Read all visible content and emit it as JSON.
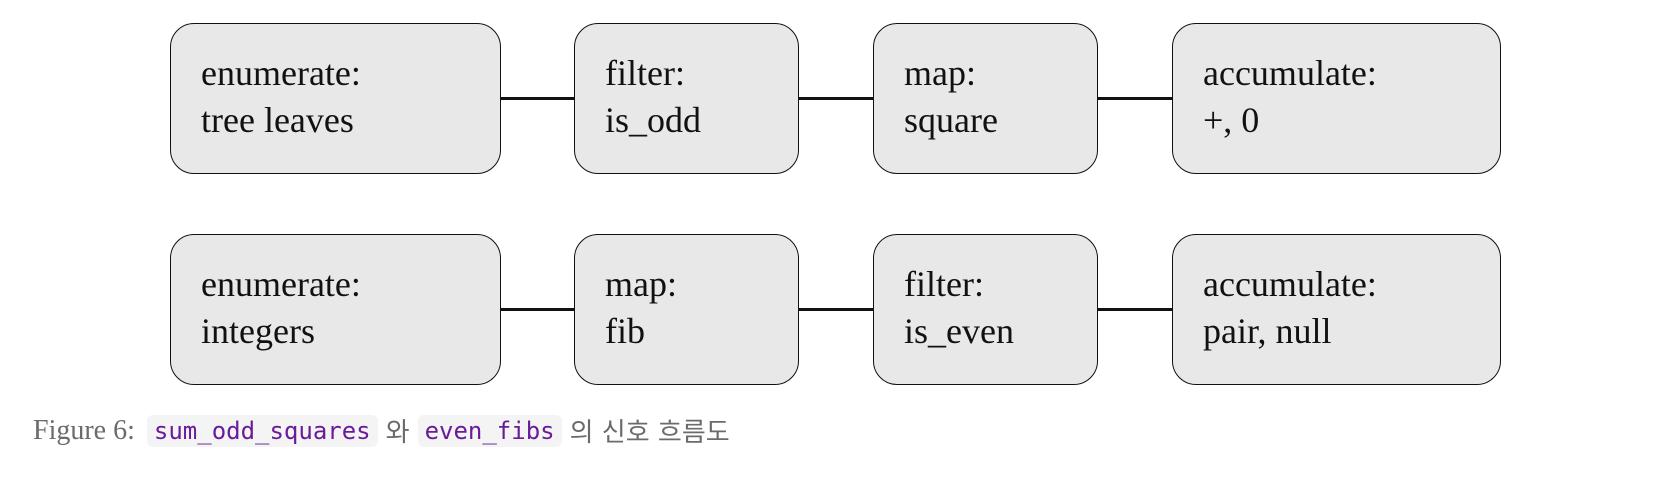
{
  "diagram": {
    "rows": [
      {
        "stages": [
          {
            "line1": "enumerate:",
            "line2": "tree leaves"
          },
          {
            "line1": "filter:",
            "line2": "is_odd"
          },
          {
            "line1": "map:",
            "line2": "square"
          },
          {
            "line1": "accumulate:",
            "line2": "+, 0"
          }
        ]
      },
      {
        "stages": [
          {
            "line1": "enumerate:",
            "line2": "integers"
          },
          {
            "line1": "map:",
            "line2": "fib"
          },
          {
            "line1": "filter:",
            "line2": "is_even"
          },
          {
            "line1": "accumulate:",
            "line2": "pair, null"
          }
        ]
      }
    ]
  },
  "caption": {
    "label": "Figure 6:",
    "code1": "sum_odd_squares",
    "word1": "와",
    "code2": "even_fibs",
    "word2": "의 신호 흐름도"
  },
  "colors": {
    "box_fill": "#e8e8e8",
    "box_border": "#111111",
    "caption_text": "#6b6b6b",
    "code_text": "#6a1b9a"
  }
}
